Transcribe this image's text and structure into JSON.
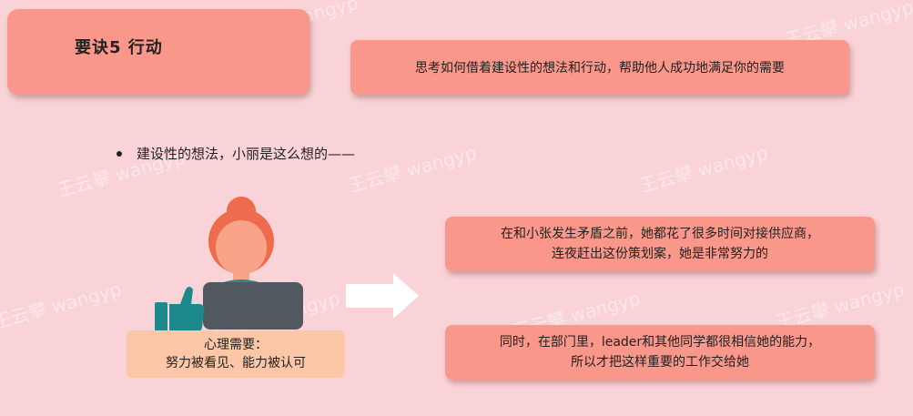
{
  "title": "要诀5  行动",
  "subtitle": "思考如何借着建设性的想法和行动，帮助他人成功地满足你的需要",
  "bullet": "建设性的想法，小丽是这么想的——",
  "need_label": {
    "line1": "心理需要：",
    "line2": "努力被看见、能力被认可"
  },
  "info_boxes": [
    {
      "line1": "在和小张发生矛盾之前，她都花了很多时间对接供应商，",
      "line2": "连夜赶出这份策划案，她是非常努力的"
    },
    {
      "line1": "同时，在部门里，leader和其他同学都很相信她的能力，",
      "line2": "所以才把这样重要的工作交给她"
    }
  ],
  "watermark": "王云攀 wangyp",
  "colors": {
    "background": "#f9d3d7",
    "card": "#f8978a",
    "label": "#fbc7a7",
    "hair": "#ee6b4d",
    "skin": "#f7a489",
    "shirt": "#2e8a86",
    "laptop": "#525860"
  }
}
